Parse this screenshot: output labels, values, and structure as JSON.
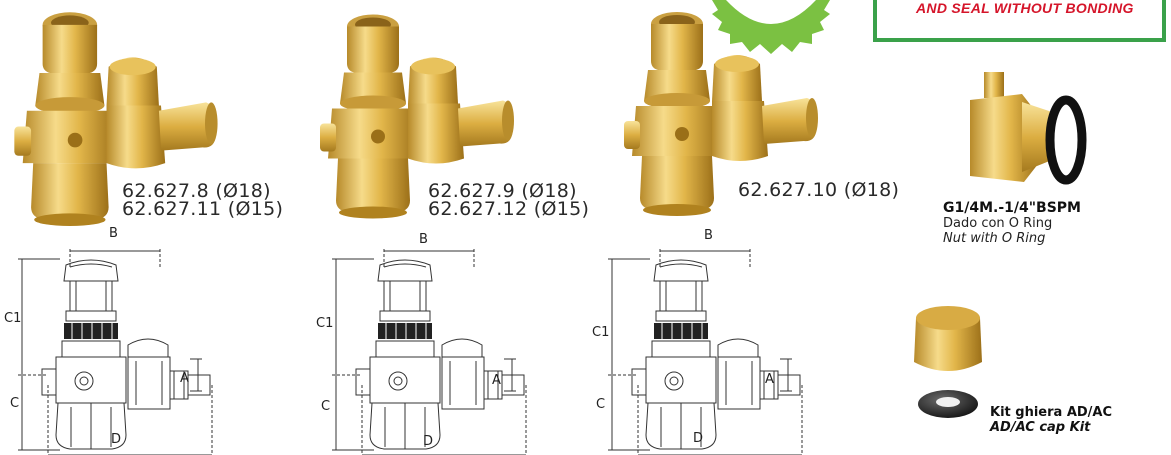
{
  "badge": {
    "banner_text": "AND SEAL WITHOUT BONDING",
    "accent_color": "#7bc142",
    "bracket_color": "#3aa14a",
    "text_color": "#d5152a"
  },
  "products": [
    {
      "code_1": "62.627.8 (Ø18)",
      "code_2": "62.627.11 (Ø15)"
    },
    {
      "code_1": "62.627.9 (Ø18)",
      "code_2": "62.627.12 (Ø15)"
    },
    {
      "code_1": "62.627.10 (Ø18)",
      "code_2": ""
    }
  ],
  "dimensions": {
    "b": "B",
    "c1": "C1",
    "c": "C",
    "a": "A",
    "d": "D"
  },
  "nut": {
    "code": "G1/4M.-1/4\"BSPM",
    "label_it": "Dado con O Ring",
    "label_en": "Nut with O Ring"
  },
  "kit": {
    "label_it": "Kit ghiera AD/AC",
    "label_en": "AD/AC cap Kit"
  },
  "colors": {
    "brass_light": "#f3d27a",
    "brass_mid": "#d9a83a",
    "brass_dark": "#a87a1c",
    "line": "#333333"
  }
}
